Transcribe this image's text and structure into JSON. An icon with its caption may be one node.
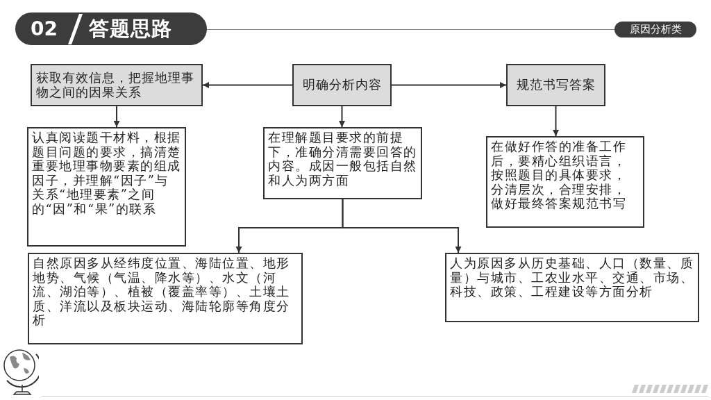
{
  "diagram": {
    "title": "答题思路",
    "nodes": [
      {
        "text": [
          "获取有效信息，把握地理事物之间的因果关系"
        ]
      },
      {
        "text": [
          "明确分析内容"
        ]
      },
      {
        "text": [
          "规范书写答案"
        ]
      },
      {
        "text": [
          "认真阅读题干材料，根据题目问题的要求，搞清楚重要地理事物要素的组成因子，并理解“因子”与关系“地理要素”之间的“因”和“果”的联系"
        ]
      },
      {
        "text": [
          "在理解题目要求的前提下，准确分清需要回答的内容。成因一般包括自然和人为两方面"
        ]
      },
      {
        "text": [
          "在做好作答的准备工作后，要精心组织语言，按照题目的具体要求，分清层次，合理安排，做好最终答案规范书写"
        ]
      },
      {
        "text": [
          "自然原因多从经纬度位置、海陆位置、地形地势、气候（气温、降水等）、水文（河流、湖泊等）、植被（覆盖率等）、土壤土质、洋流以及板块运动、海陆轮廓等角度分析"
        ]
      },
      {
        "text": [
          "人为原因多从历史基础、人口（数量、质量）与城市、工农业水平、交通、市场、科技、政策、工程建设等方面分析"
        ]
      }
    ],
    "edges": [
      {
        "from": 1,
        "to": 0,
        "arrow": "to"
      },
      {
        "from": 1,
        "to": 2,
        "arrow": "to"
      },
      {
        "from": 0,
        "to": 3,
        "arrow": "to"
      },
      {
        "from": 1,
        "to": 4,
        "arrow": "to"
      },
      {
        "from": 2,
        "to": 5,
        "arrow": "to"
      },
      {
        "from": 4,
        "to": 6,
        "arrow": "to"
      },
      {
        "from": 4,
        "to": 7,
        "arrow": "to"
      }
    ],
    "labels": [
      "02",
      "原因分析类"
    ]
  }
}
